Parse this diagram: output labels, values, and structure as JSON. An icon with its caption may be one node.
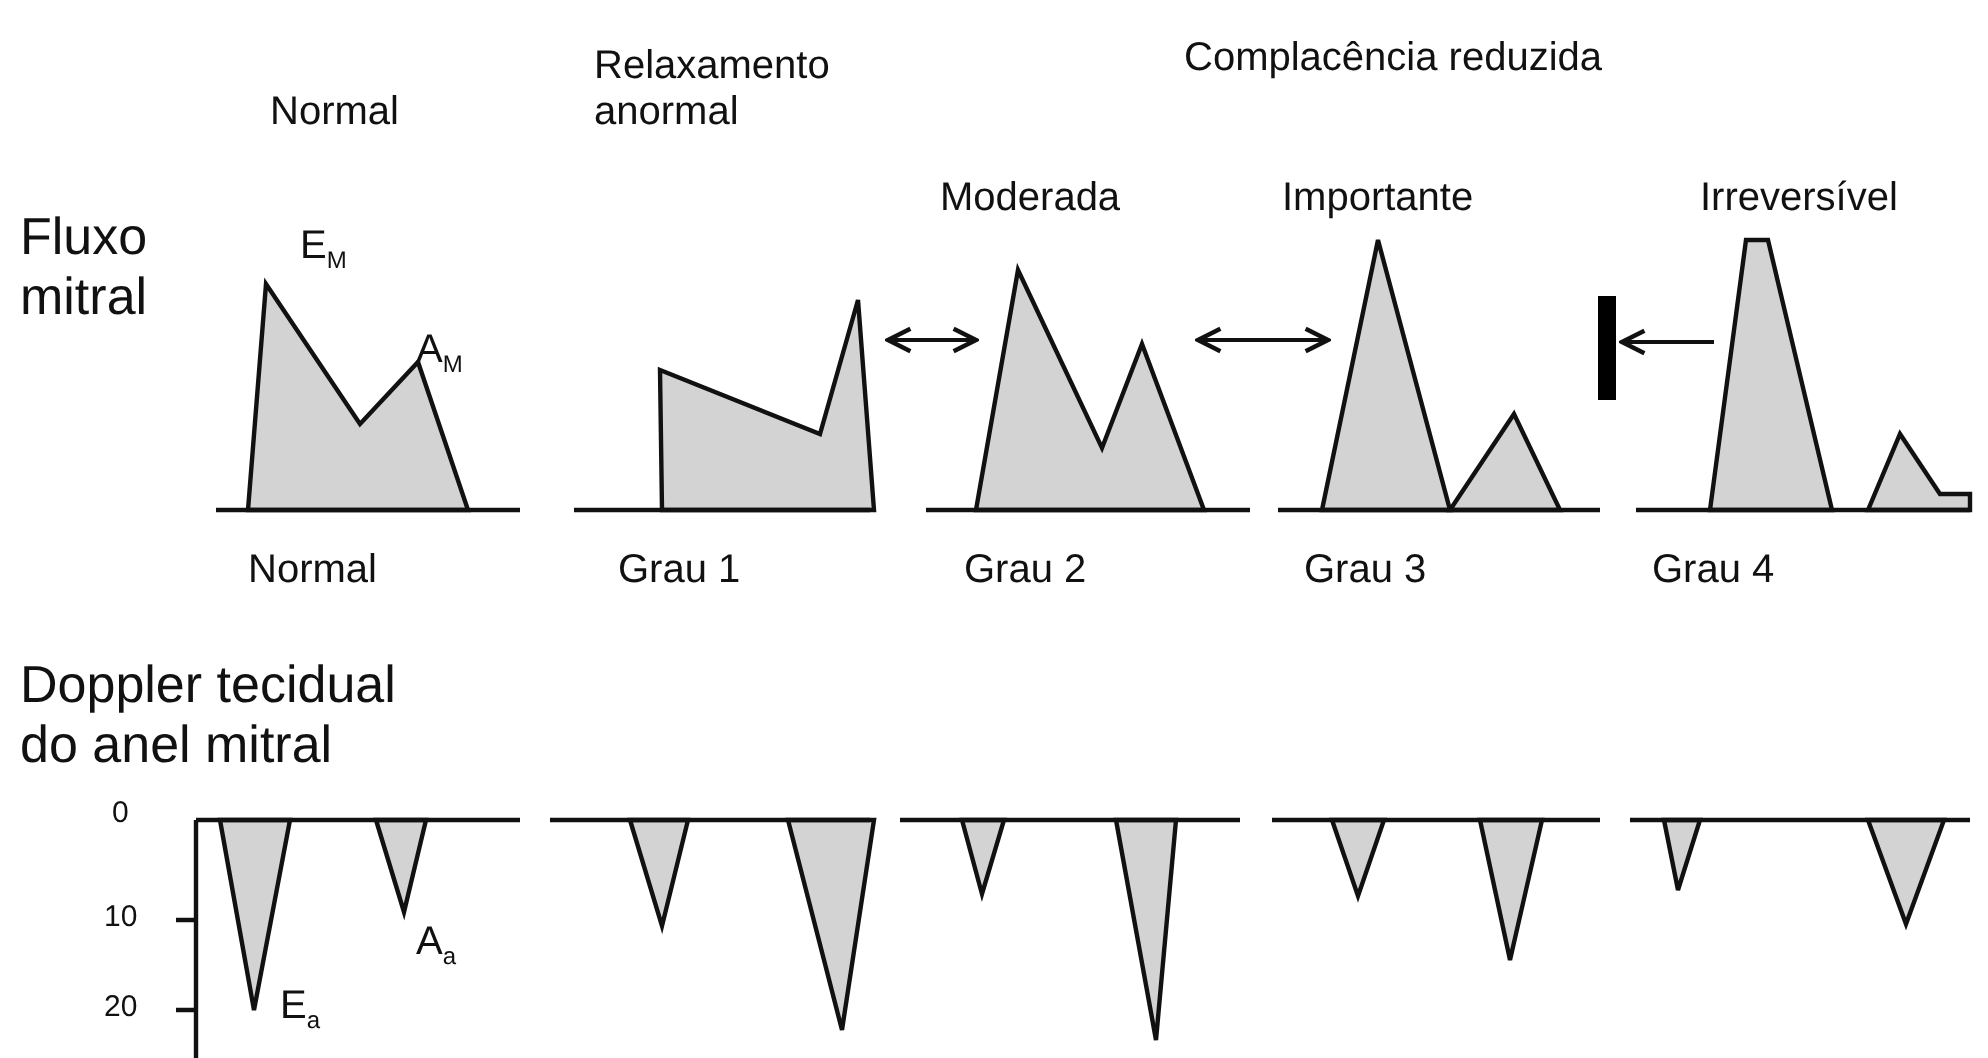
{
  "diagram": {
    "labels": [
      "Complacência reduzida",
      "Normal",
      "Relaxamento anormal",
      "Fluxo mitral",
      "Moderada",
      "Importante",
      "Irreversível",
      "E$_{M}$",
      "A$_{M}$",
      "Normal",
      "Grau 1",
      "Grau 2",
      "Grau 3",
      "Grau 4",
      "Doppler tecidual do anel mitral",
      "0",
      "10",
      "20",
      "A$_{a}$",
      "E$_{a}$"
    ]
  }
}
